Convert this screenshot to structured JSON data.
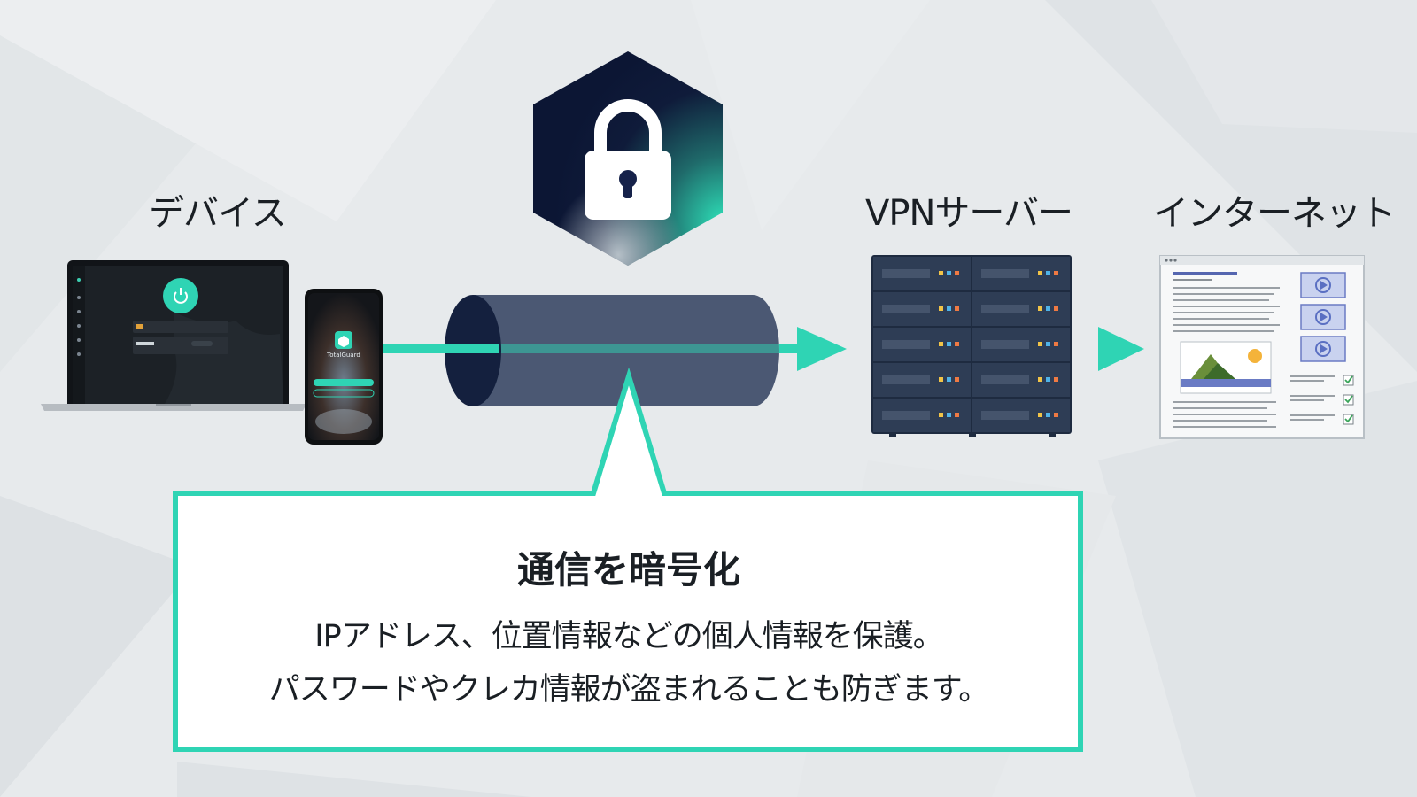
{
  "labels": {
    "device": "デバイス",
    "vpn_server": "VPNサーバー",
    "internet": "インターネット"
  },
  "callout": {
    "title": "通信を暗号化",
    "line1": "IPアドレス、位置情報などの個人情報を保護。",
    "line2": "パスワードやクレカ情報が盗まれることも防ぎます。"
  },
  "phone_app": {
    "brand": "TotalGuard"
  },
  "icons": {
    "lock": "lock-icon",
    "power": "power-icon",
    "play": "play-icon",
    "check": "check-icon"
  },
  "colors": {
    "accent": "#2fd4b4",
    "navy": "#0f1b3a",
    "tunnel": "#4b5873",
    "server": "#2b3a52",
    "background": "#e7eaec"
  }
}
